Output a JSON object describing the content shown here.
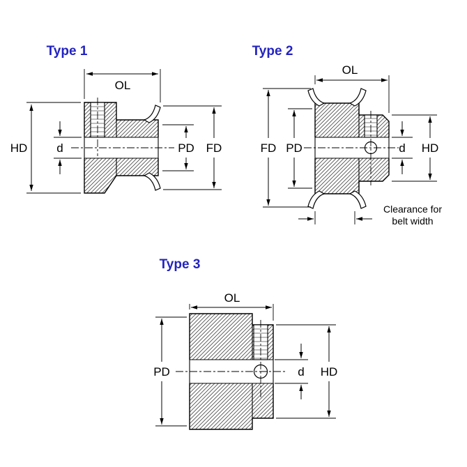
{
  "colors": {
    "title": "#2323c0",
    "line": "#000000",
    "background": "#ffffff"
  },
  "type1": {
    "title": "Type 1",
    "dims": {
      "ol": "OL",
      "hd": "HD",
      "d": "d",
      "pd": "PD",
      "fd": "FD"
    }
  },
  "type2": {
    "title": "Type 2",
    "dims": {
      "ol": "OL",
      "fd": "FD",
      "pd": "PD",
      "d": "d",
      "hd": "HD"
    },
    "note_line1": "Clearance for",
    "note_line2": "belt width"
  },
  "type3": {
    "title": "Type 3",
    "dims": {
      "ol": "OL",
      "pd": "PD",
      "d": "d",
      "hd": "HD"
    }
  }
}
